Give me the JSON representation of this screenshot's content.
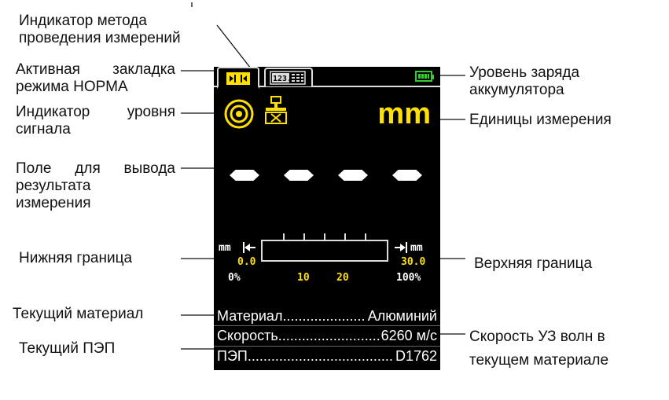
{
  "labels": {
    "method_indicator": [
      "Индикатор метода",
      "проведения измерений"
    ],
    "active_tab": [
      "Активная закладка",
      "режима НОРМА"
    ],
    "signal_indicator": [
      "Индикатор уровня",
      "сигнала"
    ],
    "result_field": [
      "Поле для вывода",
      "результата",
      "измерения"
    ],
    "lower_bound": "Нижняя граница",
    "current_material": "Текущий материал",
    "current_probe": "Текущий ПЭП",
    "battery_level": [
      "Уровень заряда",
      "аккумулятора"
    ],
    "units": "Единицы измерения",
    "upper_bound": "Верхняя граница",
    "sound_speed": [
      "Скорость УЗ волн в",
      "текущем материале"
    ]
  },
  "screen": {
    "units": "mm",
    "scale": {
      "left_unit": "mm",
      "right_unit": "mm",
      "lower_value": "0.0",
      "upper_value": "30.0",
      "tick_labels": [
        "0%",
        "10",
        "20",
        "100%"
      ]
    },
    "info_rows": [
      {
        "label": "Материал",
        "value": "Алюминий"
      },
      {
        "label": "Скорость",
        "value": "6260 м/с"
      },
      {
        "label": "ПЭП",
        "value": "D1762"
      }
    ],
    "tab2_label": "123.0"
  },
  "colors": {
    "screen_bg": "#000000",
    "accent_yellow": "#ffe000",
    "battery_green": "#33cc33"
  },
  "icons": [
    "thru-mode-icon",
    "table-mode-icon",
    "battery-icon",
    "signal-level-icon",
    "probe-method-icon"
  ]
}
